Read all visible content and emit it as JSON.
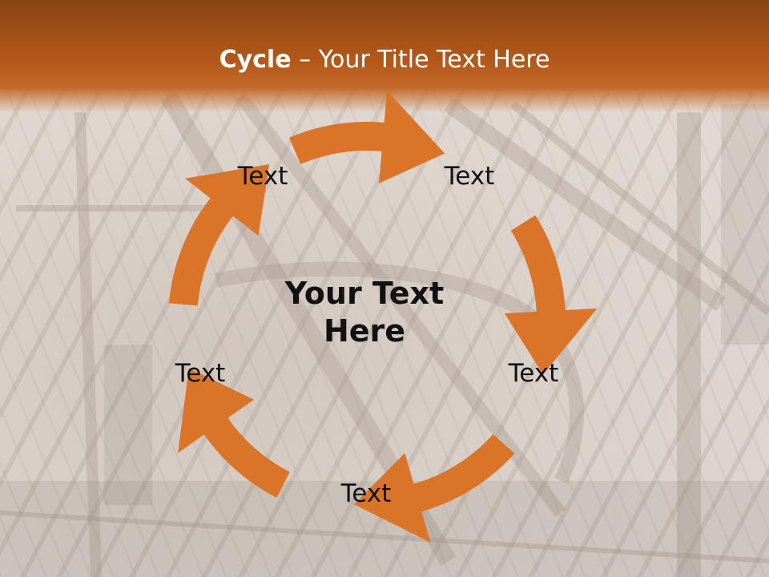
{
  "slide": {
    "title_bold": "Cycle",
    "title_rest": " – Your Title Text Here"
  },
  "cycle": {
    "center_text": "Your Text Here",
    "nodes": [
      {
        "label": "Text"
      },
      {
        "label": "Text"
      },
      {
        "label": "Text"
      },
      {
        "label": "Text"
      },
      {
        "label": "Text"
      }
    ],
    "arrow_color": "#d97428"
  }
}
